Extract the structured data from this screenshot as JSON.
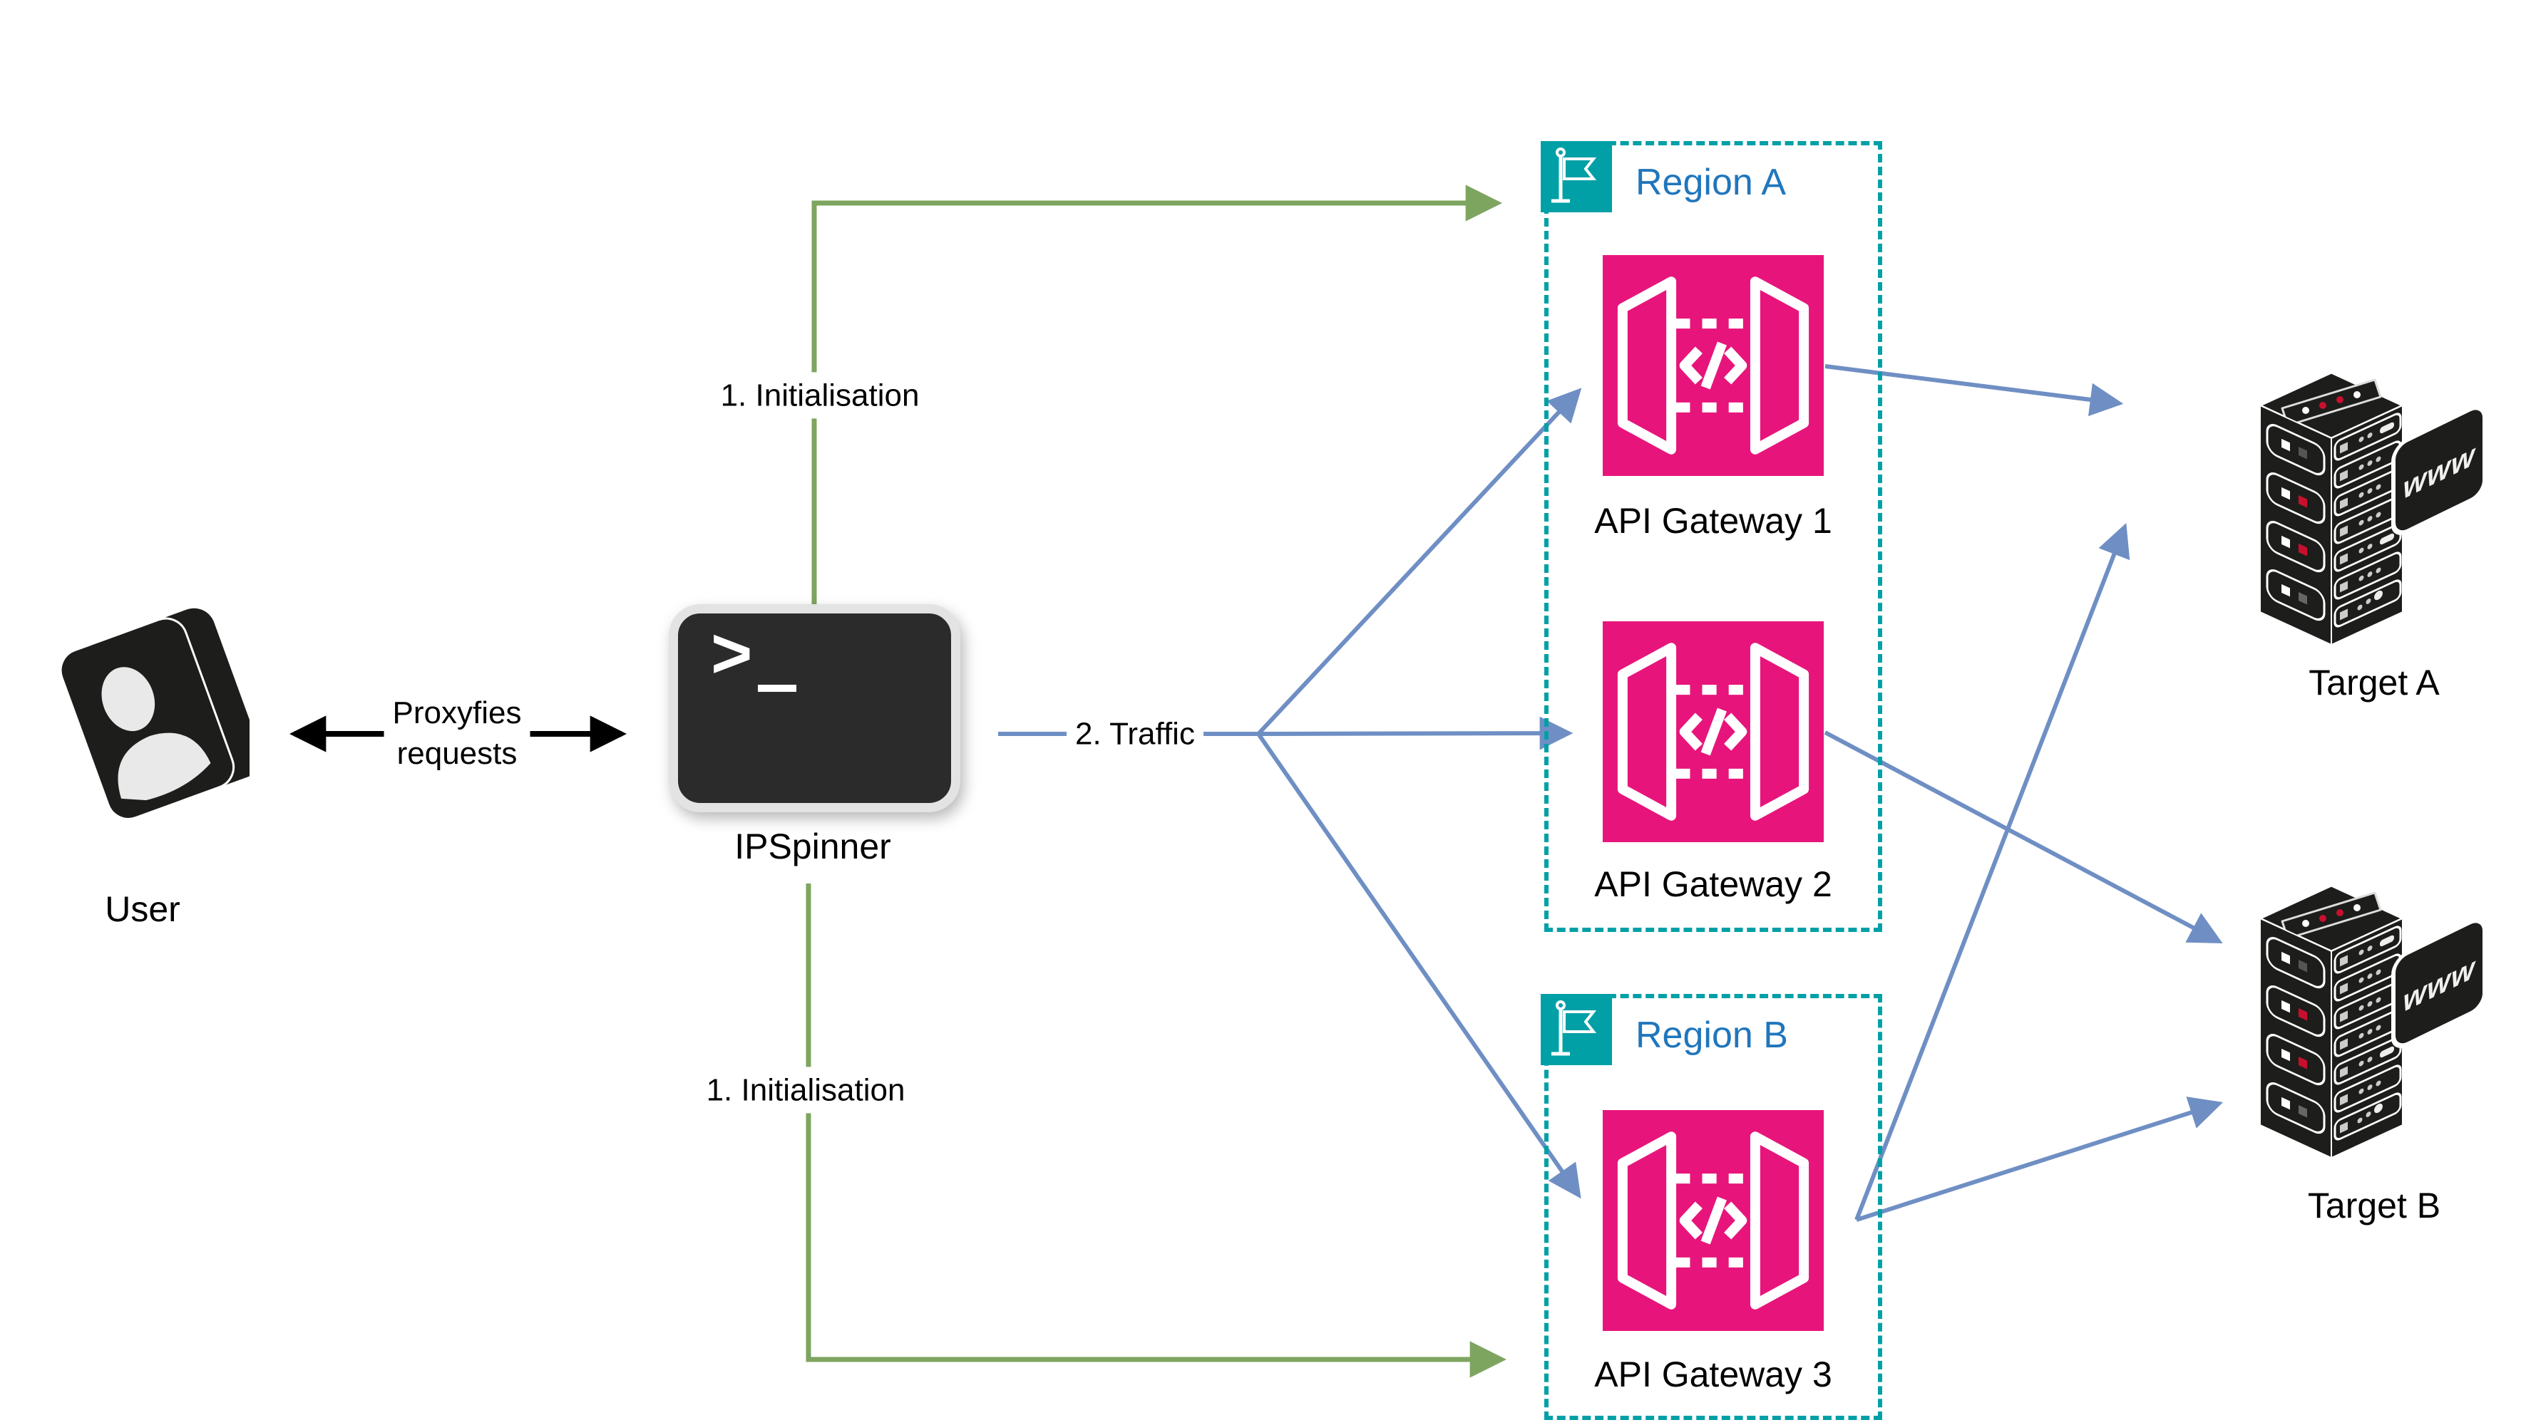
{
  "diagram_type": "architecture-diagram",
  "colors": {
    "background": "#ffffff",
    "green_line": "#7EA55F",
    "blue_line": "#6F8FC4",
    "black_line": "#000000",
    "region_border_teal": "#00A0A6",
    "region_label_blue": "#2076BC",
    "gateway_pink": "#E7157B",
    "icon_dark": "#1D1D1B",
    "terminal_background": "#2B2B2B",
    "terminal_frame": "#E3E3E3",
    "led_red": "#C8102E"
  },
  "nodes": {
    "user": {
      "label": "User",
      "icon": "user-avatar-icon"
    },
    "ipspinner": {
      "label": "IPSpinner",
      "icon": "terminal-icon",
      "prompt": ">"
    },
    "gateway1": {
      "label": "API Gateway 1",
      "icon": "api-gateway-icon"
    },
    "gateway2": {
      "label": "API Gateway 2",
      "icon": "api-gateway-icon"
    },
    "gateway3": {
      "label": "API Gateway 3",
      "icon": "api-gateway-icon"
    },
    "target_a": {
      "label": "Target A",
      "icon": "server-icon",
      "badge": "www"
    },
    "target_b": {
      "label": "Target B",
      "icon": "server-icon",
      "badge": "www"
    }
  },
  "regions": {
    "region_a": {
      "label": "Region A",
      "icon": "flag-icon",
      "contains": [
        "API Gateway 1",
        "API Gateway 2"
      ]
    },
    "region_b": {
      "label": "Region B",
      "icon": "flag-icon",
      "contains": [
        "API Gateway 3"
      ]
    }
  },
  "edges": {
    "proxy": {
      "line1": "Proxyfies",
      "line2": "requests",
      "from": "User",
      "to": "IPSpinner",
      "style": "black-double-arrow"
    },
    "init_top": {
      "label": "1. Initialisation",
      "from": "IPSpinner",
      "to": "Region A",
      "style": "green-arrow"
    },
    "init_bottom": {
      "label": "1. Initialisation",
      "from": "IPSpinner",
      "to": "Region B",
      "style": "green-arrow"
    },
    "traffic": {
      "label": "2. Traffic",
      "from": "IPSpinner",
      "to": "API Gateway 1 / API Gateway 2 / API Gateway 3",
      "style": "blue-arrow"
    },
    "gw1_target_a": {
      "from": "API Gateway 1",
      "to": "Target A",
      "style": "blue-arrow"
    },
    "gw2_target_b": {
      "from": "API Gateway 2",
      "to": "Target B",
      "style": "blue-arrow"
    },
    "gw3_target_a": {
      "from": "API Gateway 3",
      "to": "Target A",
      "style": "blue-arrow"
    },
    "gw3_target_b": {
      "from": "API Gateway 3",
      "to": "Target B",
      "style": "blue-arrow"
    }
  }
}
